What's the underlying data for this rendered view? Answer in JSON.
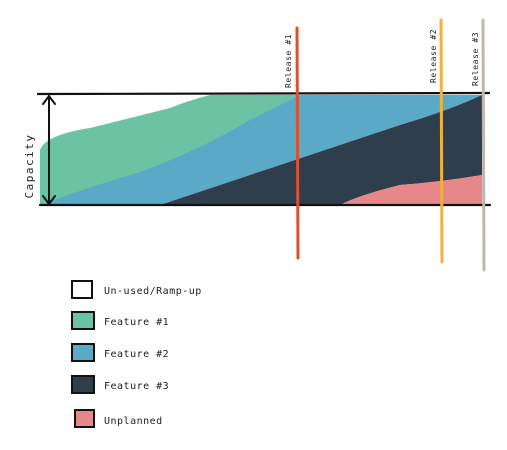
{
  "axis": {
    "label": "Capacity"
  },
  "releases": [
    {
      "label": "Release #1",
      "color": "#d9522b"
    },
    {
      "label": "Release #2",
      "color": "#f0b23a"
    },
    {
      "label": "Release #3",
      "color": "#bdb7ae"
    }
  ],
  "legend": [
    {
      "key": "unused",
      "label": "Un-used/Ramp-up",
      "color": "#ffffff"
    },
    {
      "key": "feature1",
      "label": "Feature #1",
      "color": "#6cc3a4"
    },
    {
      "key": "feature2",
      "label": "Feature #2",
      "color": "#5aa9c6"
    },
    {
      "key": "feature3",
      "label": "Feature #3",
      "color": "#2e3e4c"
    },
    {
      "key": "unplanned",
      "label": "Unplanned",
      "color": "#e8878a"
    }
  ],
  "colors": {
    "ink": "#111111",
    "feature1": "#6cc3a4",
    "feature2": "#5aa9c6",
    "feature3": "#2e3e4c",
    "unplanned": "#e8878a"
  }
}
